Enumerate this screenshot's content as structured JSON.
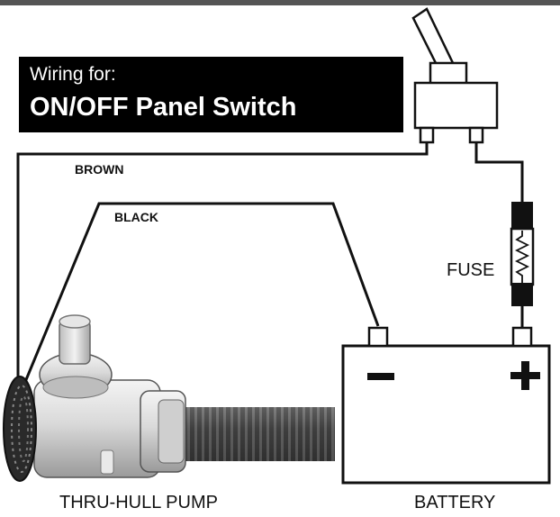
{
  "title": {
    "line1": "Wiring for:",
    "line2": "ON/OFF Panel Switch"
  },
  "wires": {
    "brown": "BROWN",
    "black": "BLACK"
  },
  "fuse_label": "FUSE",
  "battery": {
    "label": "BATTERY",
    "negative_sign": "−",
    "positive_sign": "+"
  },
  "pump_label": "THRU-HULL PUMP",
  "colors": {
    "wire": "#111111",
    "title_bg": "#000000",
    "title_text": "#ffffff",
    "top_bar": "#555555"
  },
  "icons": [
    "toggle-switch-icon",
    "fuse-icon",
    "battery-icon",
    "pump-icon"
  ]
}
